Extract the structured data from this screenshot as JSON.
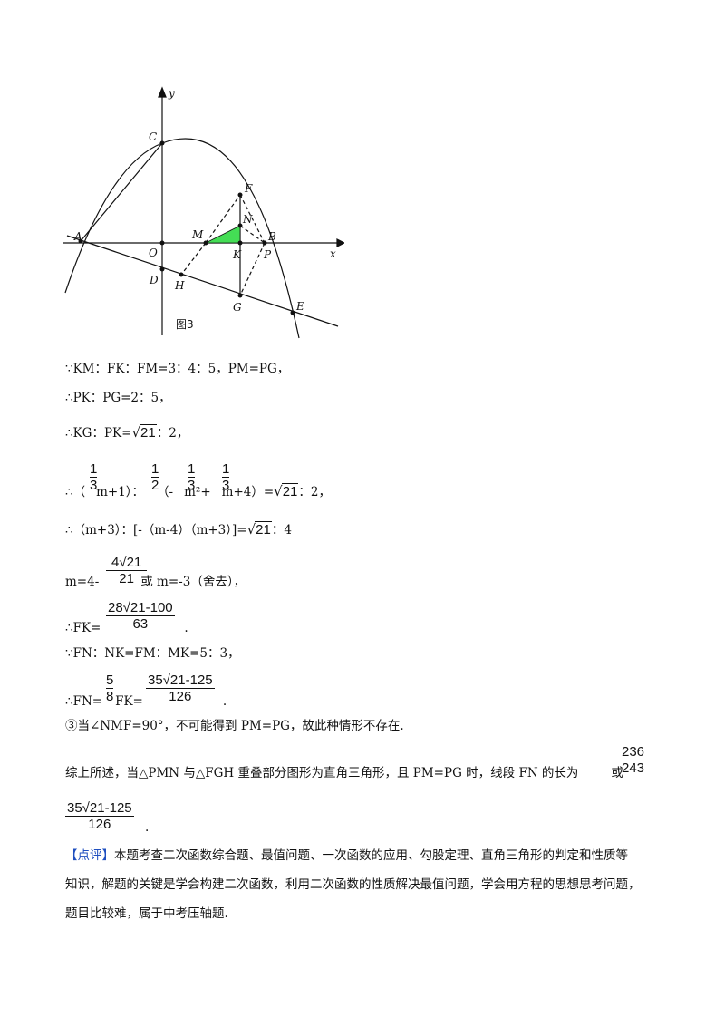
{
  "figure": {
    "labels": {
      "y": "y",
      "x": "x",
      "C": "C",
      "F": "F",
      "N": "N",
      "M": "M",
      "B": "B",
      "A": "A",
      "O": "O",
      "K": "K",
      "P": "P",
      "D": "D",
      "H": "H",
      "G": "G",
      "E": "E",
      "caption": "图3"
    },
    "colors": {
      "highlight": "#44dd55",
      "stroke": "#111111"
    }
  },
  "lines": {
    "l1": "∵KM：FK：FM=3：4：5，PM=PG，",
    "l2": "∴PK：PG=2：5，",
    "l3a": "∴KG：PK=",
    "l3r": "21",
    "l3b": "：2，",
    "l4a": "∴（",
    "l4m": "m+1）：",
    "l4b": "（-",
    "l4c": "m²+",
    "l4d": "m+4）=",
    "l4r": "21",
    "l4e": "：2，",
    "l5a": "∴（m+3）：[-（m-4）（m+3）]=",
    "l5r": "21",
    "l5b": "：4",
    "l6a": "m=4-",
    "l6b": "或 m=-3（舍去），",
    "l7a": "∴FK=",
    "l8": "∵FN：NK=FM：MK=5：3，",
    "l9a": "∴FN=",
    "l9b": "FK=",
    "l10": "③当∠NMF=90°，不可能得到 PM=PG，故此种情形不存在.",
    "l11": "综上所述，当△PMN 与△FGH 重叠部分图形为直角三角形，且 PM=PG 时，线段 FN 的长为",
    "l11b": "或"
  },
  "fractions": {
    "third": {
      "num": "1",
      "den": "3"
    },
    "half": {
      "num": "1",
      "den": "2"
    },
    "four_r21": {
      "num": "4√21",
      "den": "21"
    },
    "fk": {
      "num": "28√21-100",
      "den": "63"
    },
    "five_eighths": {
      "num": "5",
      "den": "8"
    },
    "fn": {
      "num": "35√21-125",
      "den": "126"
    },
    "ans1": {
      "num": "236",
      "den": "243"
    }
  },
  "comment": {
    "tag": "【点评】",
    "line1": "本题考查二次函数综合题、最值问题、一次函数的应用、勾股定理、直角三角形的判定和性质等",
    "line2": "知识，解题的关键是学会构建二次函数，利用二次函数的性质解决最值问题，学会用方程的思想思考问题，",
    "line3": "题目比较难，属于中考压轴题."
  }
}
